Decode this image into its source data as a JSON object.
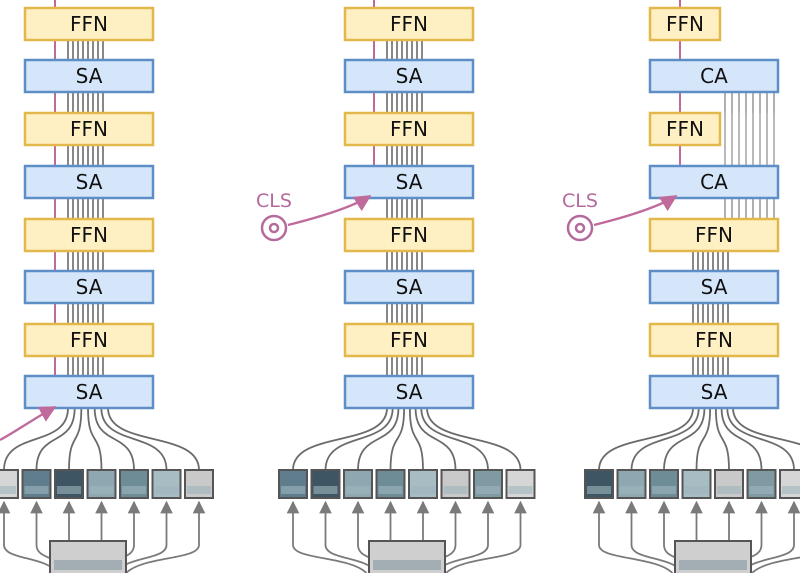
{
  "colors": {
    "ffn_fill": "#fff0c4",
    "ffn_stroke": "#e2b84a",
    "attn_fill": "#d5e6fb",
    "attn_stroke": "#5e8ec6",
    "residual": "#c06a9c",
    "cls": "#b56a9c",
    "token_line": "#6b6b6b",
    "cross_line": "#a9a9a9",
    "arrow": "#7a7a7a"
  },
  "columns": [
    {
      "name": "left",
      "blocks": [
        {
          "label": "FFN",
          "kind": "ffn"
        },
        {
          "label": "SA",
          "kind": "attn"
        },
        {
          "label": "FFN",
          "kind": "ffn"
        },
        {
          "label": "SA",
          "kind": "attn"
        },
        {
          "label": "FFN",
          "kind": "ffn"
        },
        {
          "label": "SA",
          "kind": "attn"
        },
        {
          "label": "FFN",
          "kind": "ffn"
        },
        {
          "label": "SA",
          "kind": "attn"
        }
      ]
    },
    {
      "name": "middle",
      "cls_label": "CLS",
      "blocks": [
        {
          "label": "FFN",
          "kind": "ffn"
        },
        {
          "label": "SA",
          "kind": "attn"
        },
        {
          "label": "FFN",
          "kind": "ffn"
        },
        {
          "label": "SA",
          "kind": "attn"
        },
        {
          "label": "FFN",
          "kind": "ffn"
        },
        {
          "label": "SA",
          "kind": "attn"
        },
        {
          "label": "FFN",
          "kind": "ffn"
        },
        {
          "label": "SA",
          "kind": "attn"
        }
      ]
    },
    {
      "name": "right",
      "cls_label": "CLS",
      "blocks": [
        {
          "label": "FFN",
          "kind": "ffn"
        },
        {
          "label": "CA",
          "kind": "attn"
        },
        {
          "label": "FFN",
          "kind": "ffn"
        },
        {
          "label": "CA",
          "kind": "attn"
        },
        {
          "label": "FFN",
          "kind": "ffn"
        },
        {
          "label": "SA",
          "kind": "attn"
        },
        {
          "label": "FFN",
          "kind": "ffn"
        },
        {
          "label": "SA",
          "kind": "attn"
        }
      ]
    }
  ]
}
